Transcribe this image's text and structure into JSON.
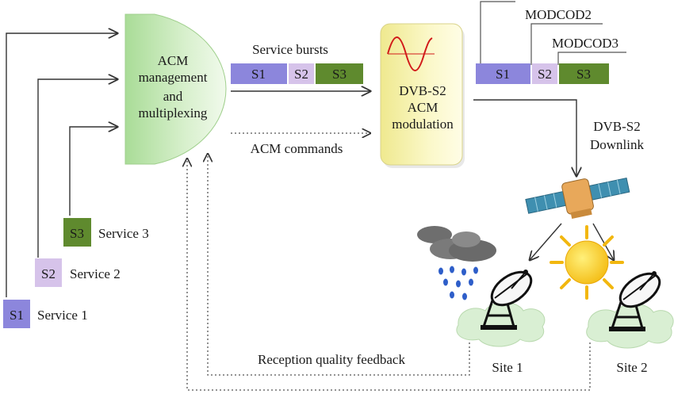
{
  "colors": {
    "s1": "#8c86dc",
    "s2": "#d6c3ea",
    "s3": "#5f8a2e",
    "acm_block": "#b6e2a6",
    "modulator_block": "#f5f2a6",
    "cloud": "#d9efd3",
    "wave": "#d11a1a",
    "line": "#333333"
  },
  "services": [
    {
      "tag": "S1",
      "name": "Service 1"
    },
    {
      "tag": "S2",
      "name": "Service 2"
    },
    {
      "tag": "S3",
      "name": "Service 3"
    }
  ],
  "acm_block": {
    "lines": [
      "ACM",
      "management",
      "and",
      "multiplexing"
    ]
  },
  "modulator": {
    "lines": [
      "DVB-S2",
      "ACM",
      "modulation"
    ]
  },
  "service_bursts": {
    "label": "Service bursts",
    "tags": [
      "S1",
      "S2",
      "S3"
    ]
  },
  "acm_commands": {
    "label": "ACM commands"
  },
  "output_bursts": {
    "tags": [
      "S1",
      "S2",
      "S3"
    ]
  },
  "modcods": [
    "MODCOD2",
    "MODCOD3"
  ],
  "downlink": {
    "lines": [
      "DVB-S2",
      "Downlink"
    ]
  },
  "sites": [
    "Site 1",
    "Site 2"
  ],
  "feedback": {
    "label": "Reception quality feedback"
  },
  "icons": [
    "satellite-icon",
    "storm-cloud-icon",
    "sun-icon",
    "satellite-dish-icon"
  ]
}
